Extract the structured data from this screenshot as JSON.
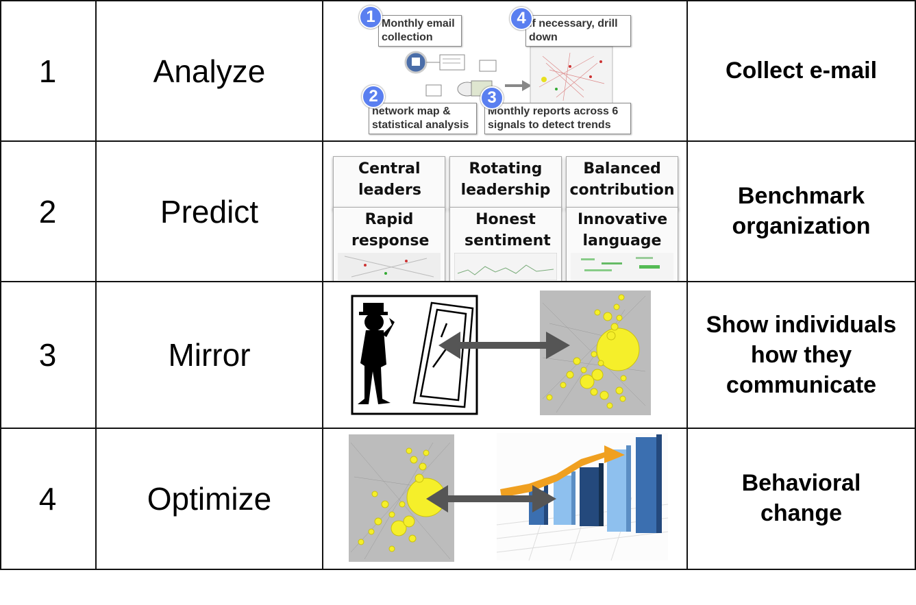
{
  "rows": [
    {
      "number": "1",
      "step": "Analyze",
      "description": "Collect e-mail"
    },
    {
      "number": "2",
      "step": "Predict",
      "description": "Benchmark organization"
    },
    {
      "number": "3",
      "step": "Mirror",
      "description": "Show individuals how they communicate"
    },
    {
      "number": "4",
      "step": "Optimize",
      "description": "Behavioral change"
    }
  ],
  "analyze_diagram": {
    "callouts": [
      {
        "badge": "1",
        "text": "Monthly email collection"
      },
      {
        "badge": "2",
        "text": "network map & statistical analysis"
      },
      {
        "badge": "3",
        "text": "Monthly reports across 6 signals to detect trends"
      },
      {
        "badge": "4",
        "text": "If necessary, drill down"
      }
    ]
  },
  "predict_tiles": [
    {
      "label": "Central leaders"
    },
    {
      "label": "Rotating leadership"
    },
    {
      "label": "Balanced contribution"
    },
    {
      "label": "Rapid response"
    },
    {
      "label": "Honest sentiment"
    },
    {
      "label": "Innovative language"
    }
  ],
  "colors": {
    "badge": "#5a7ff0",
    "bubble": "#f5ef2a",
    "arrow": "#555555",
    "bar": "#3b6fb0",
    "trend": "#f0a020"
  }
}
